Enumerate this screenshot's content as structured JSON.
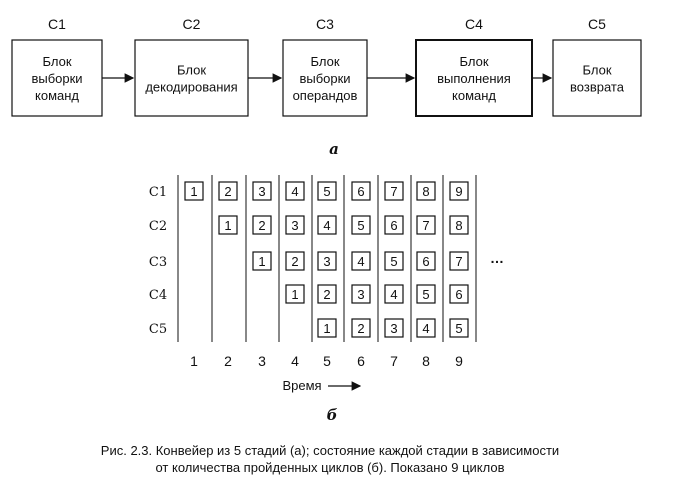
{
  "stages": [
    {
      "id": "C1",
      "lines": [
        "Блок",
        "выборки",
        "команд"
      ]
    },
    {
      "id": "C2",
      "lines": [
        "Блок",
        "декодирования"
      ]
    },
    {
      "id": "C3",
      "lines": [
        "Блок",
        "выборки",
        "операндов"
      ]
    },
    {
      "id": "C4",
      "lines": [
        "Блок",
        "выполнения",
        "команд"
      ]
    },
    {
      "id": "C5",
      "lines": [
        "Блок",
        "возврата"
      ]
    }
  ],
  "label_a": "а",
  "timing": {
    "rows": [
      "C1",
      "C2",
      "C3",
      "C4",
      "C5"
    ],
    "columns": [
      "1",
      "2",
      "3",
      "4",
      "5",
      "6",
      "7",
      "8",
      "9"
    ],
    "ellipsis": "…",
    "time_label": "Время",
    "label_b": "б"
  },
  "caption": {
    "line1": "Рис. 2.3. Конвейер из 5 стадий (а); состояние каждой стадии в зависимости",
    "line2": "от количества пройденных циклов (б). Показано 9 циклов"
  }
}
